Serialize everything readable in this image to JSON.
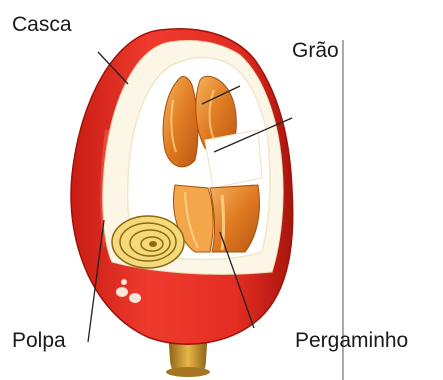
{
  "labels": {
    "casca": "Casca",
    "grao": "Grão",
    "polpa": "Polpa",
    "pergaminho": "Pergaminho"
  },
  "colors": {
    "casca_red": "#e32c22",
    "casca_dark": "#b3170f",
    "polpa_cream": "#fbf6e6",
    "grain_orange": "#e88a2c",
    "grain_light": "#f6c36a",
    "pergaminho_white": "#ffffff",
    "stem_gold": "#c8962e",
    "line": "#222222"
  }
}
